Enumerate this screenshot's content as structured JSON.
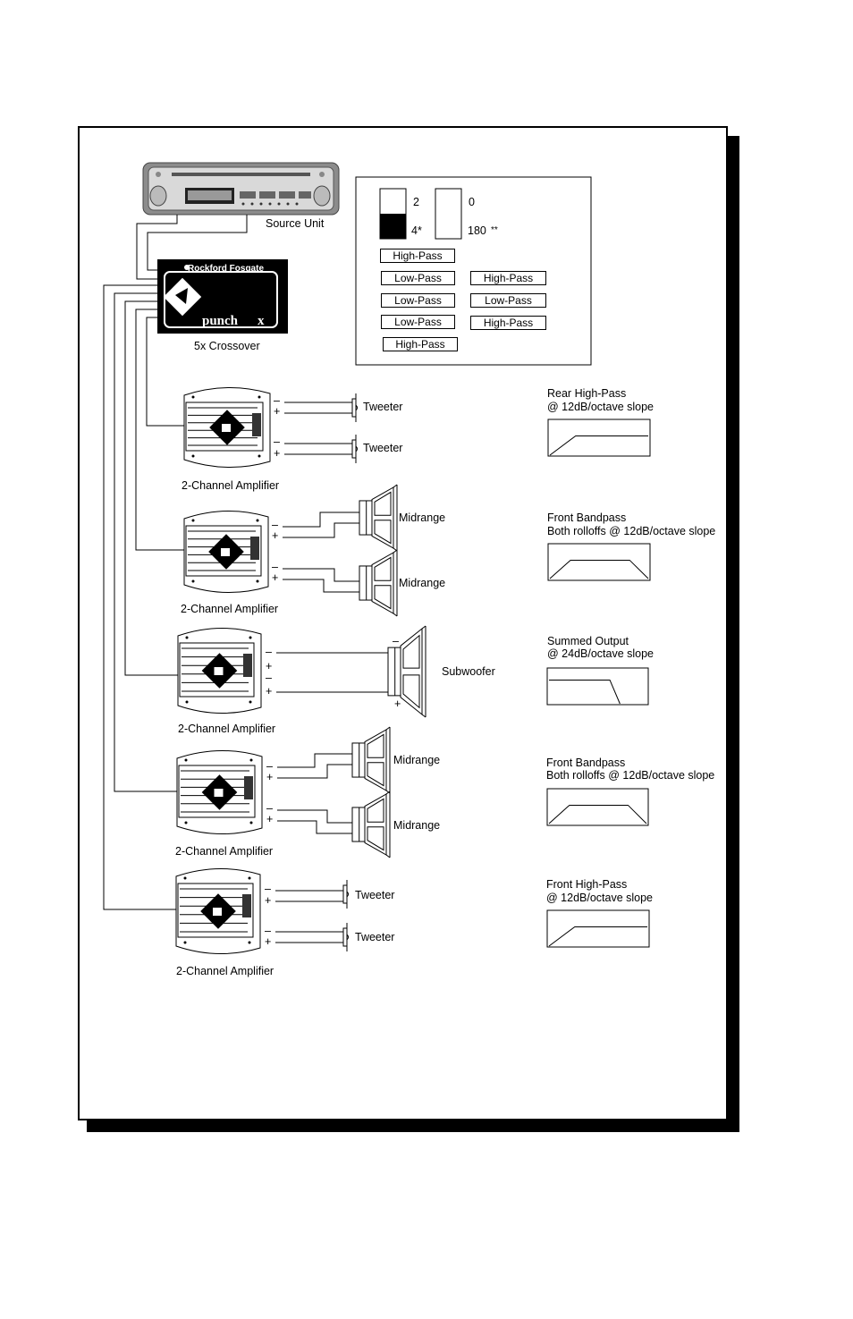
{
  "source_unit": {
    "label": "Source Unit"
  },
  "crossover": {
    "label": "5x Crossover",
    "brand": "Rockford Fosgate",
    "product": "punch",
    "model_mark": "x"
  },
  "settings_panel": {
    "switch_a": {
      "top": "2",
      "bottom": "4*"
    },
    "switch_b": {
      "top": "0",
      "bottom": "180",
      "note": "**"
    },
    "filters": [
      {
        "label": "High-Pass"
      },
      {
        "label": "Low-Pass"
      },
      {
        "label": "High-Pass"
      },
      {
        "label": "Low-Pass"
      },
      {
        "label": "Low-Pass"
      },
      {
        "label": "Low-Pass"
      },
      {
        "label": "High-Pass"
      },
      {
        "label": "High-Pass"
      }
    ]
  },
  "amplifiers": [
    {
      "label": "2-Channel Amplifier"
    },
    {
      "label": "2-Channel Amplifier"
    },
    {
      "label": "2-Channel Amplifier"
    },
    {
      "label": "2-Channel Amplifier"
    },
    {
      "label": "2-Channel Amplifier"
    }
  ],
  "terminals": {
    "minus": "–",
    "plus": "+"
  },
  "speakers": {
    "tweeter": "Tweeter",
    "midrange": "Midrange",
    "subwoofer": "Subwoofer"
  },
  "responses": [
    {
      "line1": "Rear High-Pass",
      "line2": "@ 12dB/octave slope",
      "shape": "high-pass"
    },
    {
      "line1": "Front Bandpass",
      "line2": "Both rolloffs @ 12dB/octave slope",
      "shape": "bandpass"
    },
    {
      "line1": "Summed Output",
      "line2": "@ 24dB/octave slope",
      "shape": "low-pass"
    },
    {
      "line1": "Front Bandpass",
      "line2": "Both rolloffs @ 12dB/octave slope",
      "shape": "bandpass"
    },
    {
      "line1": "Front High-Pass",
      "line2": "@ 12dB/octave slope",
      "shape": "high-pass"
    }
  ]
}
